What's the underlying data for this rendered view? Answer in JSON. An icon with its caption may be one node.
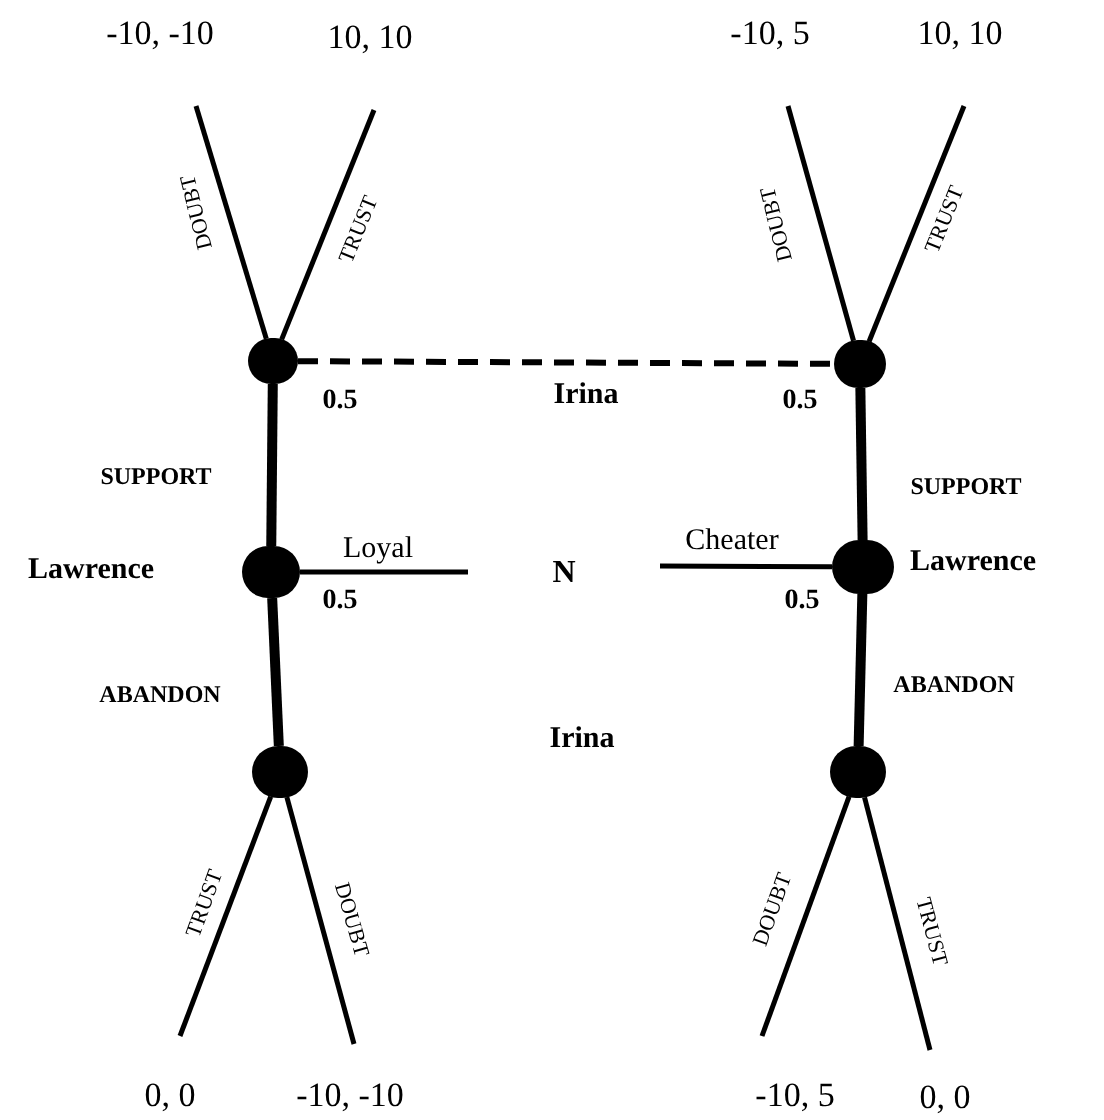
{
  "diagram": {
    "nodes": [
      {
        "text": [
          "-10, -10"
        ]
      },
      {
        "text": [
          "10, 10"
        ]
      },
      {
        "text": [
          "-10, 5"
        ]
      },
      {
        "text": [
          "10, 10"
        ]
      },
      {
        "text": [],
        "shape": "circle"
      },
      {
        "text": [],
        "shape": "circle"
      },
      {
        "text": [],
        "shape": "circle",
        "beside": [
          "Lawrence"
        ]
      },
      {
        "text": [
          "N"
        ]
      },
      {
        "text": [],
        "shape": "circle",
        "beside": [
          "Lawrence"
        ]
      },
      {
        "text": [],
        "shape": "circle"
      },
      {
        "text": [],
        "shape": "circle"
      },
      {
        "text": [
          "0, 0"
        ]
      },
      {
        "text": [
          "-10, -10"
        ]
      },
      {
        "text": [
          "-10, 5"
        ]
      },
      {
        "text": [
          "0, 0"
        ]
      }
    ],
    "edges": [
      {
        "from": 4,
        "to": 0,
        "arrow": "none",
        "label": "DOUBT"
      },
      {
        "from": 4,
        "to": 1,
        "arrow": "none",
        "label": "TRUST"
      },
      {
        "from": 5,
        "to": 2,
        "arrow": "none",
        "label": "DOUBT"
      },
      {
        "from": 5,
        "to": 3,
        "arrow": "none",
        "label": "TRUST"
      },
      {
        "from": 4,
        "to": 5,
        "arrow": "none",
        "style": "dashed"
      },
      {
        "from": 6,
        "to": 4,
        "arrow": "none",
        "label": "SUPPORT",
        "style": "thick"
      },
      {
        "from": 7,
        "to": 6,
        "arrow": "none",
        "label": "Loyal"
      },
      {
        "from": 7,
        "to": 8,
        "arrow": "none",
        "label": "Cheater"
      },
      {
        "from": 8,
        "to": 5,
        "arrow": "none",
        "label": "SUPPORT",
        "style": "thick"
      },
      {
        "from": 6,
        "to": 9,
        "arrow": "none",
        "label": "ABANDON",
        "style": "thick"
      },
      {
        "from": 8,
        "to": 10,
        "arrow": "none",
        "label": "ABANDON",
        "style": "thick"
      },
      {
        "from": 9,
        "to": 11,
        "arrow": "none",
        "label": "TRUST"
      },
      {
        "from": 9,
        "to": 12,
        "arrow": "none",
        "label": "DOUBT"
      },
      {
        "from": 10,
        "to": 13,
        "arrow": "none",
        "label": "DOUBT"
      },
      {
        "from": 10,
        "to": 14,
        "arrow": "none",
        "label": "TRUST"
      }
    ],
    "labels": [
      "0.5",
      "Irina",
      "0.5",
      "0.5",
      "0.5",
      "Irina"
    ]
  }
}
